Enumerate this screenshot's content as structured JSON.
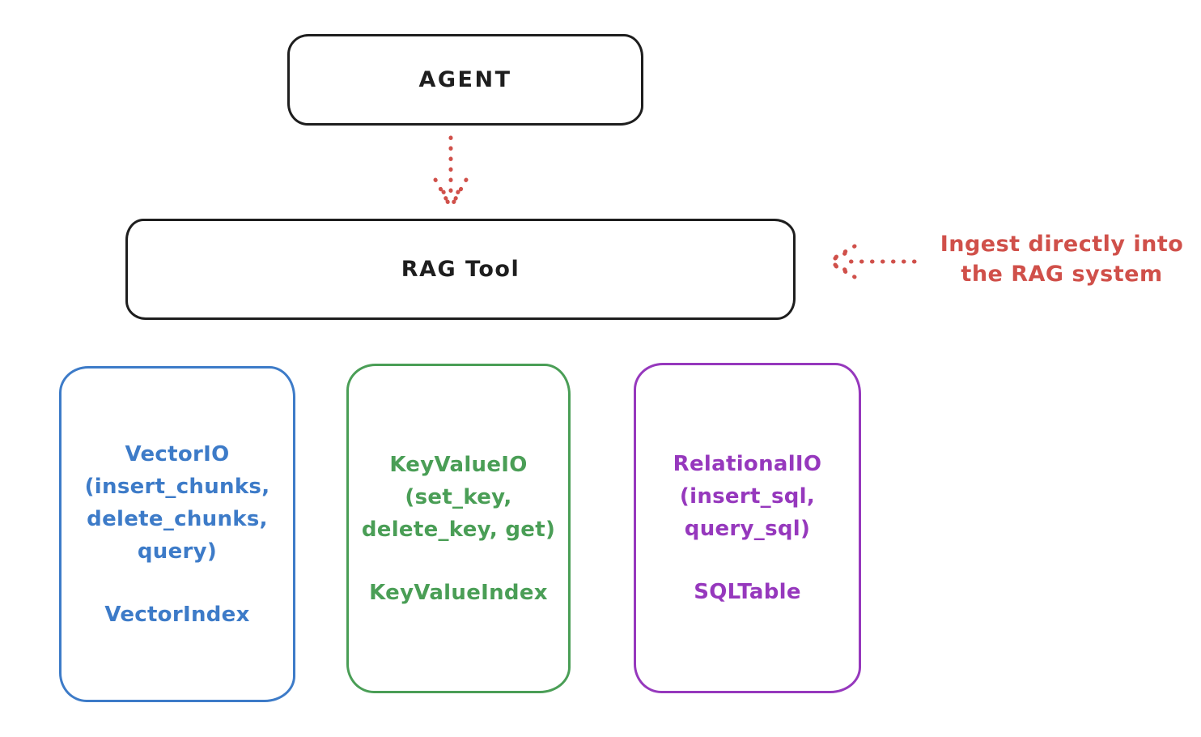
{
  "colors": {
    "ink": "#1e1e1e",
    "red": "#d0504a",
    "blue": "#3d7bc8",
    "green": "#4a9e56",
    "purple": "#9638bd",
    "bg": "#ffffff"
  },
  "nodes": {
    "agent": {
      "label": "AGENT"
    },
    "rag_tool": {
      "label": "RAG Tool"
    }
  },
  "annotation": {
    "lines": [
      "Ingest directly into",
      "the RAG system"
    ]
  },
  "io_boxes": [
    {
      "name": "vector-io",
      "color": "#3d7bc8",
      "lines": [
        "VectorIO",
        "(insert_chunks,",
        "delete_chunks,",
        "query)"
      ],
      "footer": "VectorIndex"
    },
    {
      "name": "key-value-io",
      "color": "#4a9e56",
      "lines": [
        "KeyValueIO",
        "(set_key,",
        "delete_key, get)"
      ],
      "footer": "KeyValueIndex"
    },
    {
      "name": "relational-io",
      "color": "#9638bd",
      "lines": [
        "RelationalIO",
        "(insert_sql,",
        "query_sql)"
      ],
      "footer": "SQLTable"
    }
  ],
  "arrows": [
    {
      "name": "agent-to-rag-tool",
      "style": "dotted",
      "color": "#d0504a",
      "direction": "down"
    },
    {
      "name": "ingest-into-rag-tool",
      "style": "dotted",
      "color": "#d0504a",
      "direction": "left"
    }
  ]
}
